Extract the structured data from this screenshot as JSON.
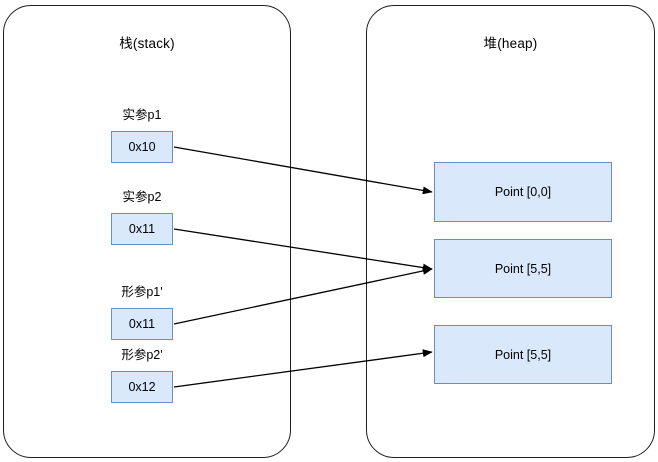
{
  "diagram": {
    "title_hidden": "",
    "stack": {
      "title": "栈(stack)",
      "cells": [
        {
          "label": "实参p1",
          "value": "0x10"
        },
        {
          "label": "实参p2",
          "value": "0x11"
        },
        {
          "label": "形参p1'",
          "value": "0x11"
        },
        {
          "label": "形参p2'",
          "value": "0x12"
        }
      ]
    },
    "heap": {
      "title": "堆(heap)",
      "cells": [
        {
          "value": "Point [0,0]"
        },
        {
          "value": "Point [5,5]"
        },
        {
          "value": "Point [5,5]"
        }
      ]
    },
    "arrows": [
      {
        "from": "实参p1",
        "to": "Point [0,0]"
      },
      {
        "from": "实参p2",
        "to": "Point [5,5]"
      },
      {
        "from": "形参p1'",
        "to": "Point [5,5]"
      },
      {
        "from": "形参p2'",
        "to": "Point [5,5]"
      }
    ],
    "colors": {
      "cell_fill": "#dae8fc",
      "cell_border": "#6c8ebf",
      "region_border": "#1f1f1f",
      "arrow": "#000000",
      "background": "#ffffff"
    }
  }
}
